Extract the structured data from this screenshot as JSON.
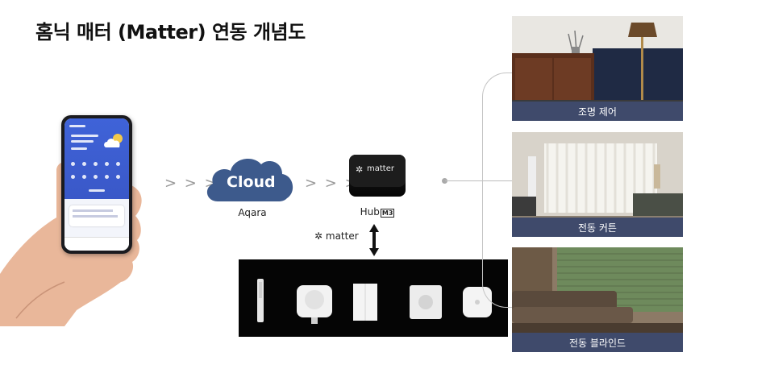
{
  "title": "홈닉 매터 (Matter) 연동 개념도",
  "flow": {
    "chevrons_1": "> > >",
    "chevrons_2": "> > >"
  },
  "cloud": {
    "text": "Cloud",
    "brand": "Aqara"
  },
  "hub": {
    "logo_text": "matter",
    "label": "Hub",
    "model": "M3"
  },
  "protocol": {
    "label": "matter"
  },
  "devices": [
    {
      "icon": "presence-sensor-icon"
    },
    {
      "icon": "smart-plug-icon"
    },
    {
      "icon": "wall-switch-icon"
    },
    {
      "icon": "dimmer-knob-icon"
    },
    {
      "icon": "wireless-button-icon"
    }
  ],
  "applications": [
    {
      "caption": "조명 제어"
    },
    {
      "caption": "전동 커튼"
    },
    {
      "caption": "전동 블라인드"
    }
  ],
  "colors": {
    "cloud": "#3d5a8c",
    "caption_bar": "#3f4a6b",
    "phone_screen": "#3f63d8"
  }
}
